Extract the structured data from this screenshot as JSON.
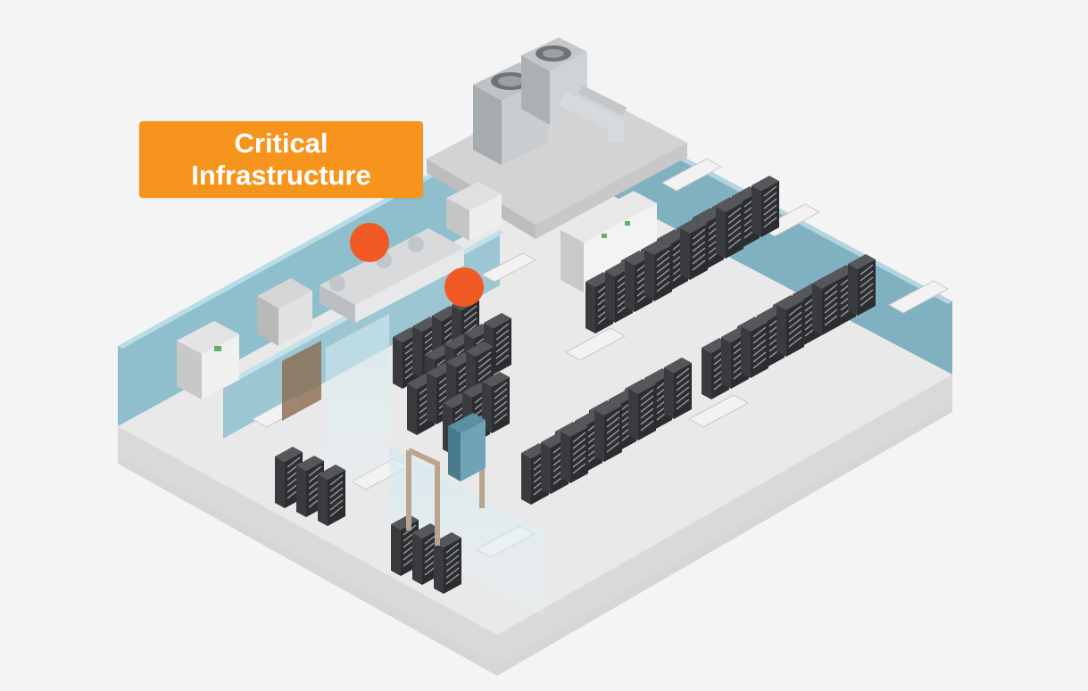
{
  "callout": {
    "line1": "Critical",
    "line2": "Infrastructure"
  },
  "colors": {
    "background": "#f4f4f4",
    "label_fill": "#f7941d",
    "label_text": "#ffffff",
    "marker": "#f15a24",
    "wall": "#8fbfcc",
    "floor": "#e8e8e8",
    "rack": "#2f3033"
  },
  "markers": [
    "alert-dot",
    "alert-dot"
  ]
}
